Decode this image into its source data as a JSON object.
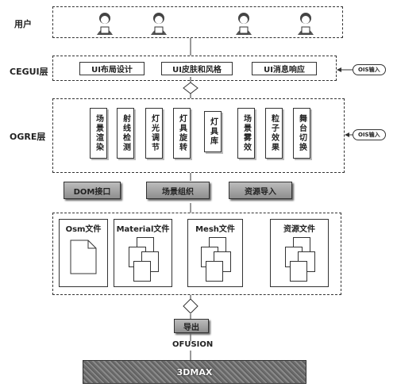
{
  "layers": {
    "user": "用户",
    "cegui": "CEGUI层",
    "ogre": "OGRE层"
  },
  "cegui_items": [
    "UI布局设计",
    "UI皮肤和风格",
    "UI消息响应"
  ],
  "ogre_items": [
    "场景渲染",
    "射线检测",
    "灯光调节",
    "灯具旋转",
    "灯具库",
    "场景雾效",
    "粒子效果",
    "舞台切换"
  ],
  "ois_label": "OIS输入",
  "mid_buttons": [
    "DOM接口",
    "场景组织",
    "资源导入"
  ],
  "files": [
    "Osm文件",
    "Material文件",
    "Mesh文件",
    "资源文件"
  ],
  "export_label": "导出",
  "ofusion_label": "OFUSION",
  "max_label": "3DMAX",
  "icons": [
    "user-icon",
    "user-icon",
    "user-icon",
    "user-icon",
    "ois-arrow-icon",
    "diamond-connector-icon",
    "document-icon"
  ]
}
